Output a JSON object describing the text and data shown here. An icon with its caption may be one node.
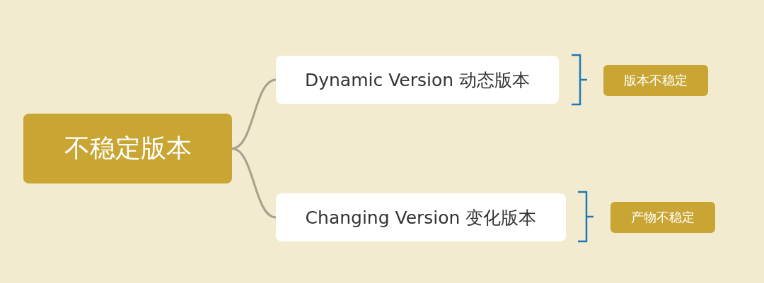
{
  "diagram": {
    "nodes": [
      {
        "text": [
          "不稳定版本"
        ]
      },
      {
        "text": [
          "Dynamic Version 动态版本"
        ]
      },
      {
        "text": [
          "Changing Version 变化版本"
        ]
      },
      {
        "text": [
          "版本不稳定"
        ]
      },
      {
        "text": [
          "产物不稳定"
        ]
      }
    ],
    "edges": [
      {
        "from": 0,
        "to": 1,
        "arrow": "none"
      },
      {
        "from": 0,
        "to": 2,
        "arrow": "none"
      }
    ]
  }
}
